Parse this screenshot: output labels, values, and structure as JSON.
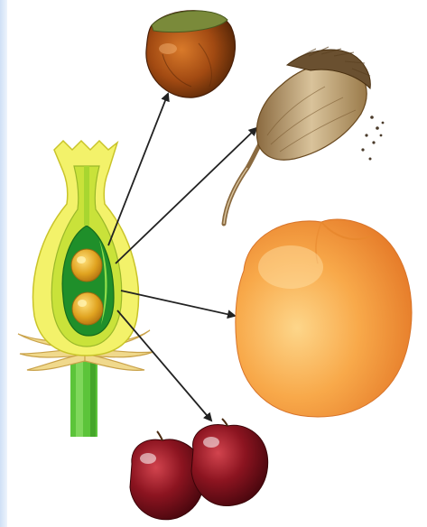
{
  "diagram": {
    "type": "flower-to-fruit illustration",
    "source": "flower-pistil-cross-section",
    "targets": [
      "hazelnut",
      "poppy-seed-capsule",
      "peach",
      "cherries"
    ],
    "colors": {
      "ovary_outer": "#f3f26a",
      "ovary_wall": "#c9e23a",
      "ovary_inner": "#1f8f2a",
      "ovule": "#e0a320",
      "stem": "#5cc43a",
      "hazelnut": "#a24a12",
      "poppy": "#b89a6e",
      "peach": "#f59a3a",
      "cherry": "#8c1420",
      "arrow": "#222222"
    }
  }
}
